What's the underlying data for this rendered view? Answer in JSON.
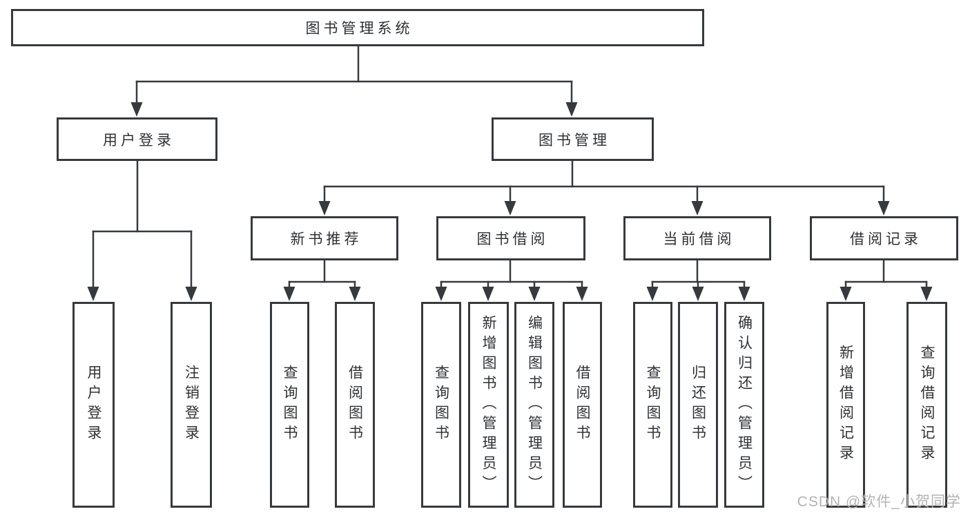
{
  "diagram": {
    "root": {
      "label": "图书管理系统"
    },
    "level2": [
      {
        "id": "user-login",
        "label": "用户登录"
      },
      {
        "id": "book-management",
        "label": "图书管理"
      }
    ],
    "level3": [
      {
        "id": "new-book-recommend",
        "label": "新书推荐"
      },
      {
        "id": "book-borrow",
        "label": "图书借阅"
      },
      {
        "id": "current-borrow",
        "label": "当前借阅"
      },
      {
        "id": "borrow-records",
        "label": "借阅记录"
      }
    ],
    "leaves": [
      {
        "id": "user-login-leaf",
        "label": "用户登录"
      },
      {
        "id": "logout",
        "label": "注销登录"
      },
      {
        "id": "query-book-1",
        "label": "查询图书"
      },
      {
        "id": "borrow-book-1",
        "label": "借阅图书"
      },
      {
        "id": "query-book-2",
        "label": "查询图书"
      },
      {
        "id": "add-book-admin",
        "label": "新增图书（管理员）"
      },
      {
        "id": "edit-book-admin",
        "label": "编辑图书（管理员）"
      },
      {
        "id": "borrow-book-2",
        "label": "借阅图书"
      },
      {
        "id": "query-book-3",
        "label": "查询图书"
      },
      {
        "id": "return-book",
        "label": "归还图书"
      },
      {
        "id": "confirm-return-admin",
        "label": "确认归还（管理员）"
      },
      {
        "id": "add-borrow-record",
        "label": "新增借阅记录"
      },
      {
        "id": "query-borrow-record",
        "label": "查询借阅记录"
      }
    ]
  },
  "watermark": {
    "text": "CSDN @软件_小贺同学"
  },
  "colors": {
    "line": "#36393d",
    "text": "#2e3135",
    "background": "#ffffff",
    "watermark": "#b3b3b3"
  }
}
